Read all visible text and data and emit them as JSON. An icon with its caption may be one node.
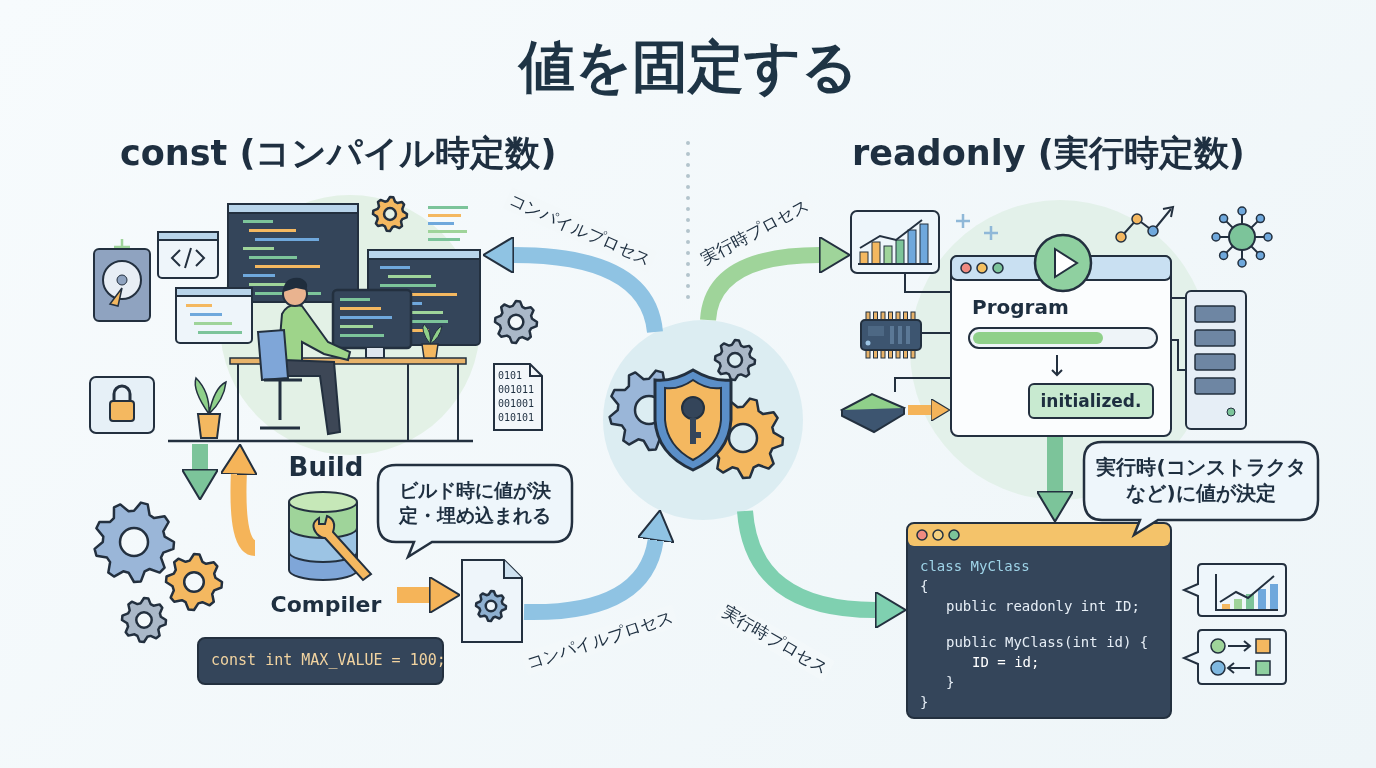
{
  "diagram": {
    "title": "値を固定する",
    "nodes": [
      {
        "text": [],
        "shape": "picture"
      },
      {
        "text": [],
        "shape": "picture"
      },
      {
        "text": [
          "Build",
          "Compiler"
        ]
      },
      {
        "text": [
          "ビルド時に値が決定・埋め込まれる"
        ]
      },
      {
        "text": [
          "const int MAX_VALUE = 100;"
        ]
      },
      {
        "text": [],
        "shape": "picture"
      },
      {
        "text": [],
        "shape": "picture"
      },
      {
        "text": [
          "Program",
          "initialized."
        ]
      },
      {
        "text": [
          "実行時(コンストラクタなど)に値が決定"
        ]
      },
      {
        "text": [
          "class MyClass",
          "{",
          "public readonly int ID;",
          "public MyClass(int id) {",
          "ID = id;",
          "}",
          "}"
        ]
      },
      {
        "text": [],
        "shape": "picture"
      },
      {
        "text": [],
        "shape": "picture"
      },
      {
        "text": [],
        "shape": "picture"
      },
      {
        "text": [],
        "shape": "picture"
      }
    ],
    "edges": [
      {
        "from": 0,
        "to": 1,
        "arrow": "to",
        "color": "#7cc49a"
      },
      {
        "from": 2,
        "to": 0,
        "arrow": "to",
        "color": "#f5b459"
      },
      {
        "from": 2,
        "to": 5,
        "arrow": "to",
        "color": "#f5b459"
      },
      {
        "from": 5,
        "to": 6,
        "arrow": "to",
        "label": "コンパイルプロセス",
        "color": "#8fc3e3"
      },
      {
        "from": 6,
        "to": 0,
        "arrow": "to",
        "label": "コンパイルプロセス",
        "color": "#8fc3e3"
      },
      {
        "from": 6,
        "to": 10,
        "arrow": "to",
        "label": "実行時プロセス",
        "color": "#9fd49a"
      },
      {
        "from": 6,
        "to": 9,
        "arrow": "to",
        "label": "実行時プロセス",
        "color": "#7fd0b0"
      },
      {
        "from": 7,
        "to": 9,
        "arrow": "to",
        "color": "#7cc49a"
      },
      {
        "from": 10,
        "to": 7,
        "arrow": "none",
        "color": "#23303f"
      },
      {
        "from": 11,
        "to": 7,
        "arrow": "none",
        "color": "#23303f"
      },
      {
        "from": 7,
        "to": 13,
        "arrow": "none",
        "color": "#23303f"
      },
      {
        "from": 7,
        "to": 13,
        "arrow": "none",
        "color": "#23303f"
      },
      {
        "from": 12,
        "to": 7,
        "arrow": "none",
        "color": "#23303f"
      },
      {
        "from": 12,
        "to": 7,
        "arrow": "to",
        "color": "#f5b459"
      }
    ],
    "labels": [
      "const (コンパイル時定数)",
      "readonly (実行時定数)",
      "0101",
      "001011",
      "001001",
      "010101"
    ]
  }
}
